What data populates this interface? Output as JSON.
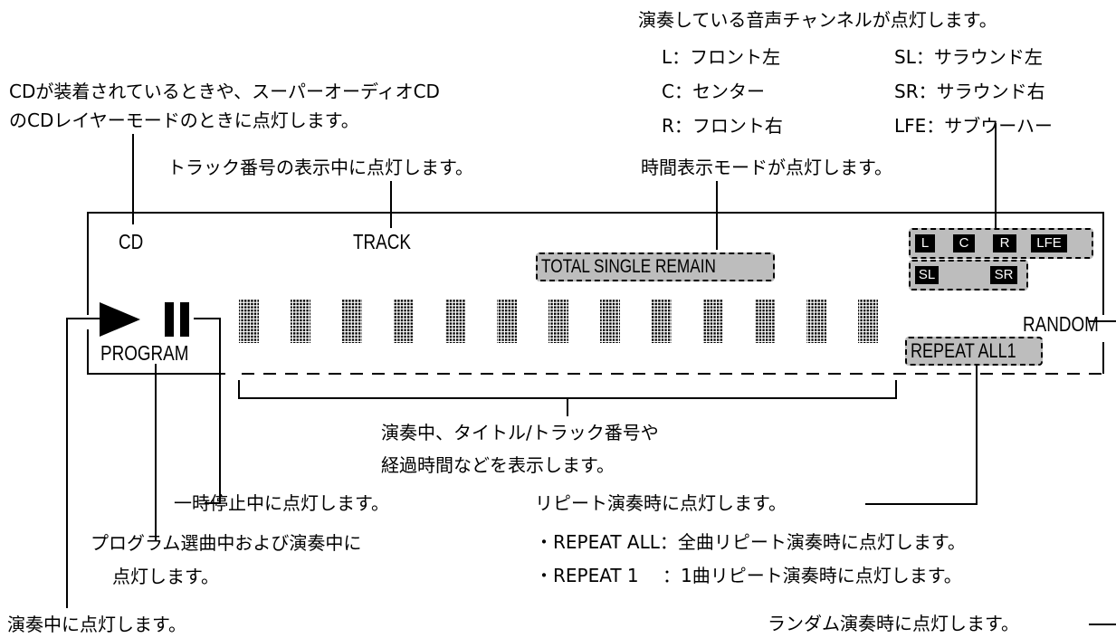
{
  "display": {
    "cd": "CD",
    "track": "TRACK",
    "time_mode": "TOTAL SINGLE  REMAIN",
    "program": "PROGRAM",
    "random": "RANDOM",
    "repeat": "REPEAT ALL1",
    "channels": [
      "L",
      "C",
      "R",
      "LFE",
      "SL",
      "SR"
    ]
  },
  "notes": {
    "channels_title": "演奏している音声チャンネルが点灯します。",
    "ch_L": "L：フロント左",
    "ch_C": "C：センター",
    "ch_R": "R：フロント右",
    "ch_SL": "SL：サラウンド左",
    "ch_SR": "SR：サラウンド右",
    "ch_LFE": "LFE：サブウーハー",
    "cd_line1": "CDが装着されているときや、スーパーオーディオCD",
    "cd_line2": "のCDレイヤーモードのときに点灯します。",
    "track": "トラック番号の表示中に点灯します。",
    "time_mode": "時間表示モードが点灯します。",
    "info_line1": "演奏中、タイトル/トラック番号や",
    "info_line2": "経過時間などを表示します。",
    "pause": "一時停止中に点灯します。",
    "program_line1": "プログラム選曲中および演奏中に",
    "program_line2": "点灯します。",
    "play": "演奏中に点灯します。",
    "repeat": "リピート演奏時に点灯します。",
    "repeat_all": "・REPEAT ALL：全曲リピート演奏時に点灯します。",
    "repeat_1": "・REPEAT 1　 ：1曲リピート演奏時に点灯します。",
    "random": "ランダム演奏時に点灯します。"
  }
}
